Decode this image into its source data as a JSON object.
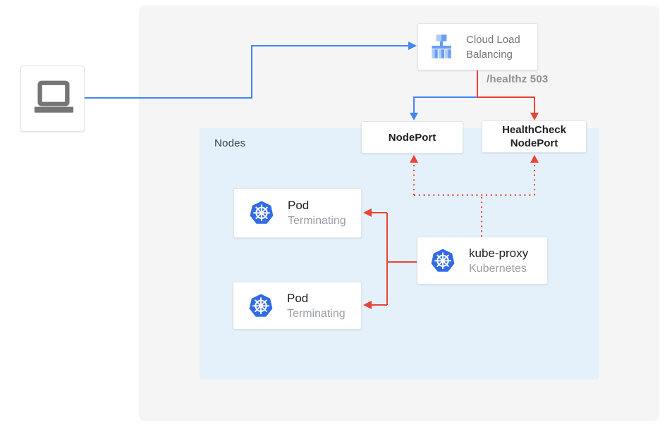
{
  "diagram_title": "Kubernetes external load balancer health-check failover diagram",
  "palette": {
    "blue": "#4285F4",
    "red": "#EC4335",
    "panel_bg": "#F5F5F5",
    "nodes_bg": "#E4F1FB",
    "k8s_blue": "#326CE5",
    "lb_icon_light": "#AECBFA",
    "lb_icon_medium": "#669DF6",
    "laptop_gray": "#757575",
    "text_dark": "#212121",
    "label_gray": "#757575",
    "subtitle_gray": "#9AA0A6",
    "healthz_gray": "#8A8F94"
  },
  "icons": {
    "client": "laptop-icon",
    "load_balancer": "cloud-load-balancing-icon",
    "kubernetes": "kubernetes-helm-icon"
  },
  "load_balancer": {
    "label": "Cloud Load Balancing"
  },
  "health_check_label": "/healthz 503",
  "node_port": {
    "label": "NodePort"
  },
  "health_check_node_port": {
    "label": "HealthCheck NodePort"
  },
  "nodes_container": {
    "label": "Nodes"
  },
  "pods": [
    {
      "title": "Pod",
      "status": "Terminating"
    },
    {
      "title": "Pod",
      "status": "Terminating"
    }
  ],
  "kube_proxy": {
    "title": "kube-proxy",
    "subtitle": "Kubernetes"
  }
}
